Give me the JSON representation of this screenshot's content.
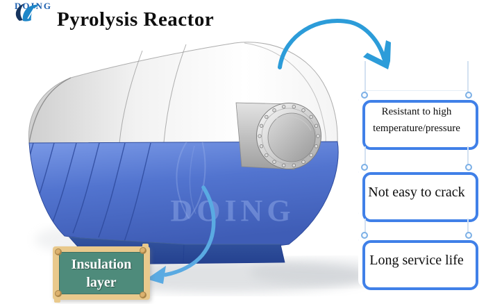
{
  "header": {
    "logo_text": "DOING",
    "title": "Pyrolysis Reactor"
  },
  "reactor": {
    "watermark": "DOING"
  },
  "callouts": [
    {
      "label": "Resistant to high temperature/pressure"
    },
    {
      "label": "Not easy to crack"
    },
    {
      "label": "Long service life"
    }
  ],
  "sign": {
    "line1": "Insulation",
    "line2": "layer"
  },
  "colors": {
    "callout_border": "#3b77dd",
    "callout_shadow": "#4080e8",
    "arrow_top": "#2c9cd9",
    "arrow_bottom": "#5aaae2",
    "reactor_blue_top": "#7a99e6",
    "reactor_blue_bottom": "#3f5db6",
    "reactor_base": "#2c4da1",
    "sign_frame": "#e9c98c",
    "sign_panel": "#4e8b7b",
    "logo_blue": "#1d5fae"
  }
}
